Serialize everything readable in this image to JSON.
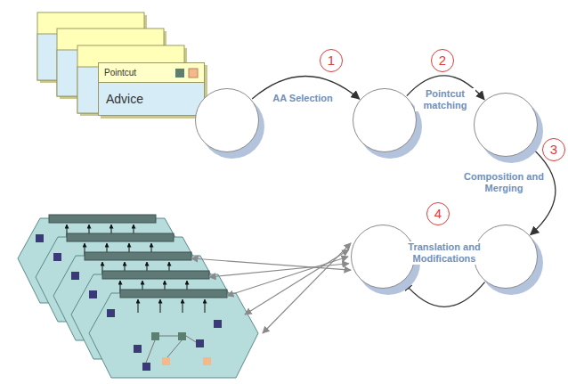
{
  "diagram": {
    "nodes": [
      {
        "text": [
          "Pointcut",
          "Advice"
        ]
      },
      {
        "text": []
      },
      {
        "text": []
      },
      {
        "text": []
      },
      {
        "text": []
      },
      {
        "text": []
      }
    ],
    "edges": [
      {
        "from": 1,
        "to": 2,
        "arrow": "to",
        "label": "AA Selection"
      },
      {
        "from": 2,
        "to": 3,
        "arrow": "to",
        "label": "Pointcut matching"
      },
      {
        "from": 3,
        "to": 4,
        "arrow": "to",
        "label": "Composition and Merging"
      },
      {
        "from": 4,
        "to": 5,
        "arrow": "to",
        "label": "Translation and Modifications"
      }
    ],
    "labels": [
      "1",
      "2",
      "3",
      "4"
    ]
  }
}
